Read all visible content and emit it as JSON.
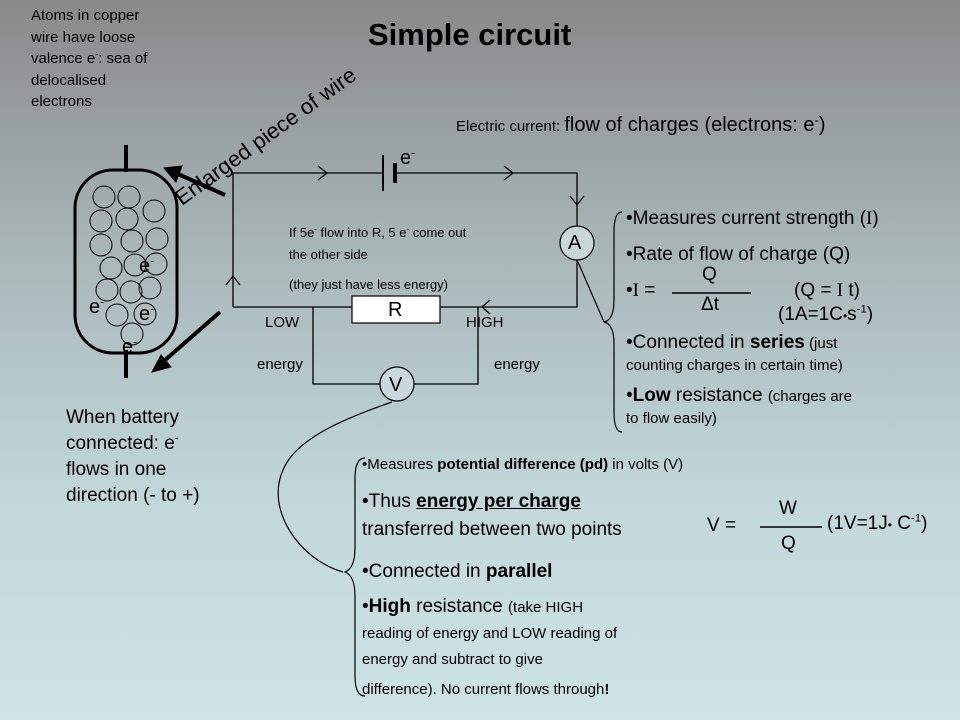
{
  "title": "Simple circuit",
  "atoms_note": [
    "Atoms in copper",
    "wire have loose",
    "valence e",
    "-",
    ": sea of",
    "delocalised",
    "electrons"
  ],
  "enlarged_label": "Enlarged piece of wire",
  "current_def": {
    "pre": "Electric current: ",
    "main": "flow of charges (electrons: e",
    "sup": "-",
    "end": ")"
  },
  "electron": {
    "base": "e",
    "sup": "-"
  },
  "resistor_note": {
    "l1a": "If 5e",
    "l1b": " flow into R, 5 e",
    "l1c": " come out",
    "l2": "the other side",
    "l3": "(they just have less energy)"
  },
  "components": {
    "ammeter": "A",
    "resistor": "R",
    "voltmeter": "V"
  },
  "energy_labels": {
    "low": "LOW",
    "high": "HIGH",
    "energy": "energy"
  },
  "battery_note": [
    "When battery",
    "connected: e",
    "-",
    "flows in one",
    "direction (- to +)"
  ],
  "ammeter_list": {
    "b1": "•Measures current strength (",
    "b1_sym": "I",
    "b1_end": ")",
    "b2": "•Rate of flow of charge (Q)",
    "eq_bullet": "•",
    "eq_sym": "I",
    "eq_eq": " =",
    "frac_num": "Q",
    "frac_den": "Δt",
    "rel_a": "(Q = ",
    "rel_sym": "I",
    "rel_b": " t)",
    "unit_a": "(1A=1C",
    "unit_dot": "•",
    "unit_b": "s",
    "unit_sup": "-1",
    "unit_c": ")",
    "b3_a": "•Connected in ",
    "b3_b": "series",
    "b3_c": " (just",
    "b3_d": "counting charges in certain time)",
    "b4_a": "•",
    "b4_b": "Low",
    "b4_c": " resistance ",
    "b4_d": "(charges are",
    "b4_e": "to flow easily)"
  },
  "voltmeter_list": {
    "b1_a": "•Measures ",
    "b1_b": "potential difference (pd)",
    "b1_c": " in volts (V)",
    "b2_a": "•Thus ",
    "b2_b": "energy per charge",
    "b2_c": "transferred between two points",
    "b3_a": "•Connected in ",
    "b3_b": "parallel",
    "b4_a": "•",
    "b4_b": "High",
    "b4_c": " resistance ",
    "b4_d": "(take HIGH",
    "b4_e": "reading of energy and LOW reading of",
    "b4_f": "energy and subtract to give",
    "b4_g": "difference). No current flows through",
    "b4_h": "!"
  },
  "v_equation": {
    "lhs": "V =",
    "num": "W",
    "den": "Q",
    "unit_a": "(1V=1J",
    "unit_dot": "•",
    "unit_b": " C",
    "unit_sup": "-1",
    "unit_c": ")"
  }
}
